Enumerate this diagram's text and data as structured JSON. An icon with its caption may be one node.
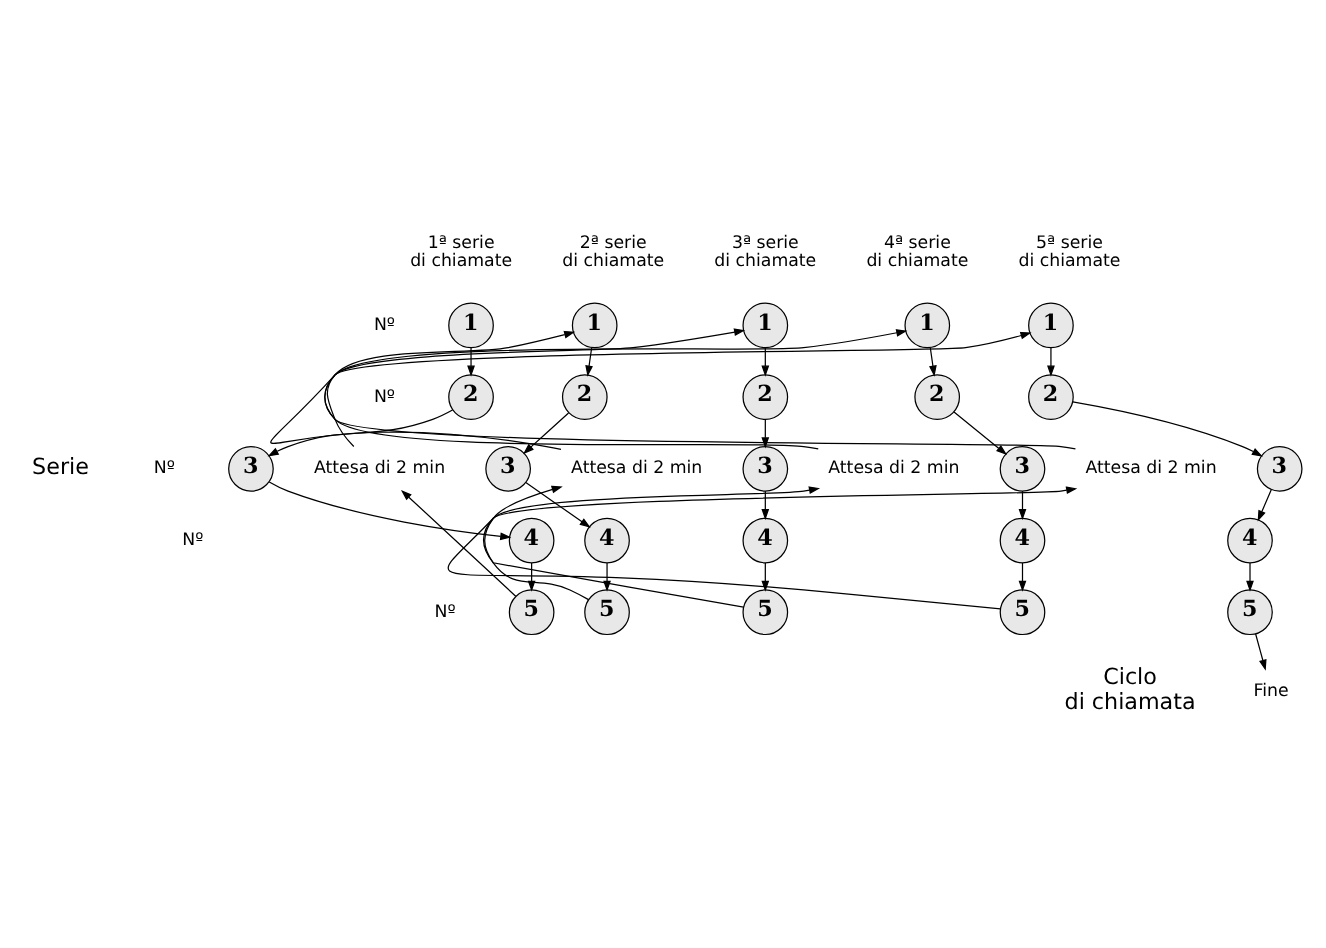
{
  "diagram": {
    "nodes": [
      {
        "text": [
          "1"
        ]
      },
      {
        "text": [
          "2"
        ]
      },
      {
        "text": [
          "3"
        ]
      },
      {
        "text": [
          "4"
        ]
      },
      {
        "text": [
          "5"
        ]
      },
      {
        "text": [
          "1"
        ]
      },
      {
        "text": [
          "2"
        ]
      },
      {
        "text": [
          "3"
        ]
      },
      {
        "text": [
          "4"
        ]
      },
      {
        "text": [
          "5"
        ]
      },
      {
        "text": [
          "1"
        ]
      },
      {
        "text": [
          "2"
        ]
      },
      {
        "text": [
          "3"
        ]
      },
      {
        "text": [
          "4"
        ]
      },
      {
        "text": [
          "5"
        ]
      },
      {
        "text": [
          "1"
        ]
      },
      {
        "text": [
          "2"
        ]
      },
      {
        "text": [
          "3"
        ]
      },
      {
        "text": [
          "4"
        ]
      },
      {
        "text": [
          "5"
        ]
      },
      {
        "text": [
          "1"
        ]
      },
      {
        "text": [
          "2"
        ]
      },
      {
        "text": [
          "3"
        ]
      },
      {
        "text": [
          "4"
        ]
      },
      {
        "text": [
          "5"
        ]
      },
      {
        "text": [
          "Attesa di 2 min"
        ]
      },
      {
        "text": [
          "Attesa di 2 min"
        ]
      },
      {
        "text": [
          "Attesa di 2 min"
        ]
      },
      {
        "text": [
          "Attesa di 2 min"
        ]
      },
      {
        "text": [
          "Fine"
        ]
      }
    ],
    "edges": [
      {
        "from": 0,
        "to": 1,
        "arrow": "to"
      },
      {
        "from": 1,
        "to": 2,
        "arrow": "to"
      },
      {
        "from": 2,
        "to": 3,
        "arrow": "to"
      },
      {
        "from": 3,
        "to": 4,
        "arrow": "to"
      },
      {
        "from": 4,
        "to": 25,
        "arrow": "to"
      },
      {
        "from": 25,
        "to": 5,
        "arrow": "to"
      },
      {
        "from": 5,
        "to": 6,
        "arrow": "to"
      },
      {
        "from": 6,
        "to": 7,
        "arrow": "to"
      },
      {
        "from": 7,
        "to": 8,
        "arrow": "to"
      },
      {
        "from": 8,
        "to": 9,
        "arrow": "to"
      },
      {
        "from": 9,
        "to": 26,
        "arrow": "to"
      },
      {
        "from": 26,
        "to": 10,
        "arrow": "to"
      },
      {
        "from": 10,
        "to": 11,
        "arrow": "to"
      },
      {
        "from": 11,
        "to": 12,
        "arrow": "to"
      },
      {
        "from": 12,
        "to": 13,
        "arrow": "to"
      },
      {
        "from": 13,
        "to": 14,
        "arrow": "to"
      },
      {
        "from": 14,
        "to": 27,
        "arrow": "to"
      },
      {
        "from": 27,
        "to": 15,
        "arrow": "to"
      },
      {
        "from": 15,
        "to": 16,
        "arrow": "to"
      },
      {
        "from": 16,
        "to": 17,
        "arrow": "to"
      },
      {
        "from": 17,
        "to": 18,
        "arrow": "to"
      },
      {
        "from": 18,
        "to": 19,
        "arrow": "to"
      },
      {
        "from": 19,
        "to": 28,
        "arrow": "to"
      },
      {
        "from": 28,
        "to": 20,
        "arrow": "to"
      },
      {
        "from": 20,
        "to": 21,
        "arrow": "to"
      },
      {
        "from": 21,
        "to": 22,
        "arrow": "to"
      },
      {
        "from": 22,
        "to": 23,
        "arrow": "to"
      },
      {
        "from": 23,
        "to": 24,
        "arrow": "to"
      },
      {
        "from": 24,
        "to": 29,
        "arrow": "to"
      }
    ],
    "labels": [
      "1ª serie di chiamate",
      "2ª serie di chiamate",
      "3ª serie di chiamate",
      "4ª serie di chiamate",
      "5ª serie di chiamate",
      "Nº",
      "Nº",
      "Nº",
      "Nº",
      "Nº",
      "Serie",
      "Ciclo di chiamata"
    ]
  }
}
